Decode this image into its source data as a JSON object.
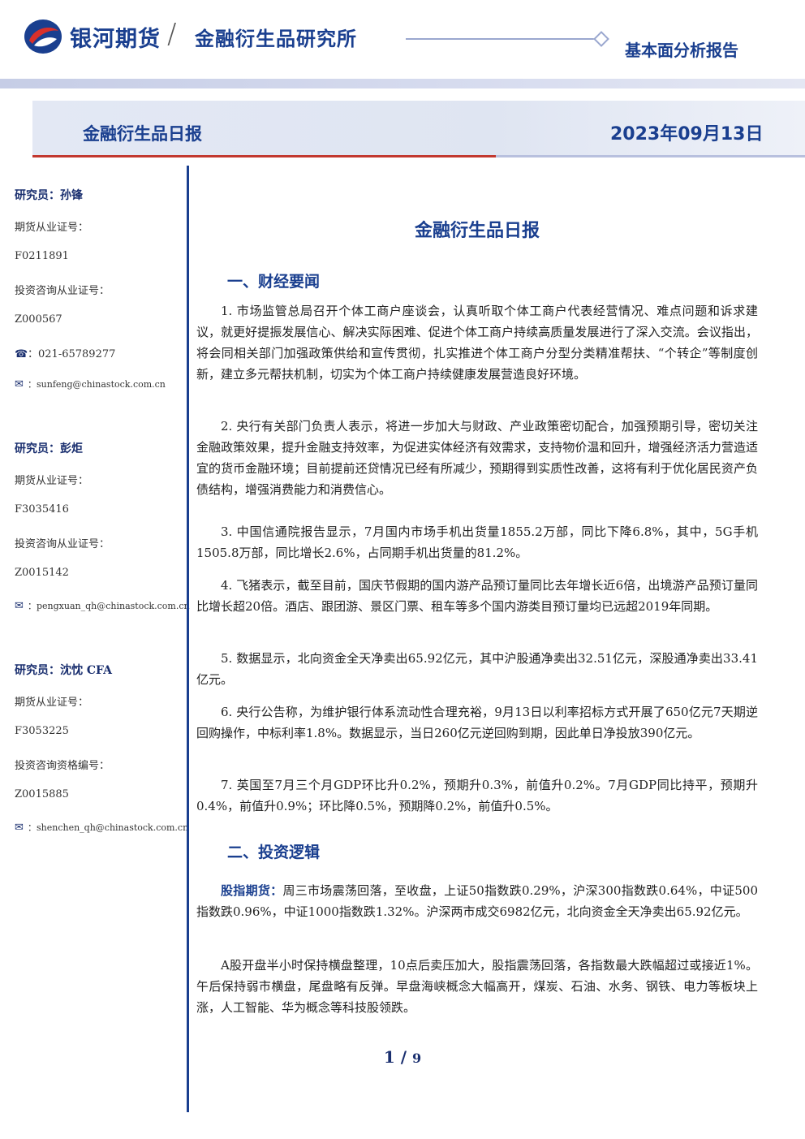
{
  "header": {
    "brand": "银河期货",
    "institute": "金融衍生品研究所",
    "report_type": "基本面分析报告"
  },
  "title_bar": {
    "left": "金融衍生品日报",
    "date": "2023年09月13日"
  },
  "sidebar": {
    "researchers": [
      {
        "name": "研究员：孙锋",
        "cert_label": "期货从业证号：",
        "cert_no": "F0211891",
        "advisory_label": "投资咨询从业证号：",
        "advisory_no": "Z000567",
        "phone": "021-65789277",
        "email": "sunfeng@chinastock.com.cn"
      },
      {
        "name": "研究员：彭炬",
        "cert_label": "期货从业证号：",
        "cert_no": "F3035416",
        "advisory_label": "投资咨询从业证号：",
        "advisory_no": "Z0015142",
        "email": "pengxuan_qh@chinastock.com.cn"
      },
      {
        "name": "研究员：沈忱 CFA",
        "cert_label": "期货从业证号：",
        "cert_no": "F3053225",
        "advisory_label": "投资咨询资格编号：",
        "advisory_no": "Z0015885",
        "email": "shenchen_qh@chinastock.com.cn"
      }
    ]
  },
  "main": {
    "title": "金融衍生品日报",
    "section1": "一、财经要闻",
    "news": [
      "1. 市场监管总局召开个体工商户座谈会，认真听取个体工商户代表经营情况、难点问题和诉求建议，就更好提振发展信心、解决实际困难、促进个体工商户持续高质量发展进行了深入交流。会议指出，将会同相关部门加强政策供给和宣传贯彻，扎实推进个体工商户分型分类精准帮扶、“个转企”等制度创新，建立多元帮扶机制，切实为个体工商户持续健康发展营造良好环境。",
      "2. 央行有关部门负责人表示，将进一步加大与财政、产业政策密切配合，加强预期引导，密切关注金融政策效果，提升金融支持效率，为促进实体经济有效需求，支持物价温和回升，增强经济活力营造适宜的货币金融环境；目前提前还贷情况已经有所减少，预期得到实质性改善，这将有利于优化居民资产负债结构，增强消费能力和消费信心。",
      "3. 中国信通院报告显示，7月国内市场手机出货量1855.2万部，同比下降6.8%，其中，5G手机1505.8万部，同比增长2.6%，占同期手机出货量的81.2%。",
      "4. 飞猪表示，截至目前，国庆节假期的国内游产品预订量同比去年增长近6倍，出境游产品预订量同比增长超20倍。酒店、跟团游、景区门票、租车等多个国内游类目预订量均已远超2019年同期。",
      "5. 数据显示，北向资金全天净卖出65.92亿元，其中沪股通净卖出32.51亿元，深股通净卖出33.41亿元。",
      "6. 央行公告称，为维护银行体系流动性合理充裕，9月13日以利率招标方式开展了650亿元7天期逆回购操作，中标利率1.8%。数据显示，当日260亿元逆回购到期，因此单日净投放390亿元。",
      "7. 英国至7月三个月GDP环比升0.2%，预期升0.3%，前值升0.2%。7月GDP同比持平，预期升0.4%，前值升0.9%；环比降0.5%，预期降0.2%，前值升0.5%。"
    ],
    "section2": "二、投资逻辑",
    "logic_label": "股指期货：",
    "logic_p1": "周三市场震荡回落，至收盘，上证50指数跌0.29%，沪深300指数跌0.64%，中证500指数跌0.96%，中证1000指数跌1.32%。沪深两市成交6982亿元，北向资金全天净卖出65.92亿元。",
    "logic_p2": "A股开盘半小时保持横盘整理，10点后卖压加大，股指震荡回落，各指数最大跌幅超过或接近1%。午后保持弱市横盘，尾盘略有反弹。早盘海峡概念大幅高开，煤炭、石油、水务、钢铁、电力等板块上涨，人工智能、华为概念等科技股领跌。"
  },
  "pager": {
    "current": "1",
    "sep": "/",
    "total": "9"
  }
}
